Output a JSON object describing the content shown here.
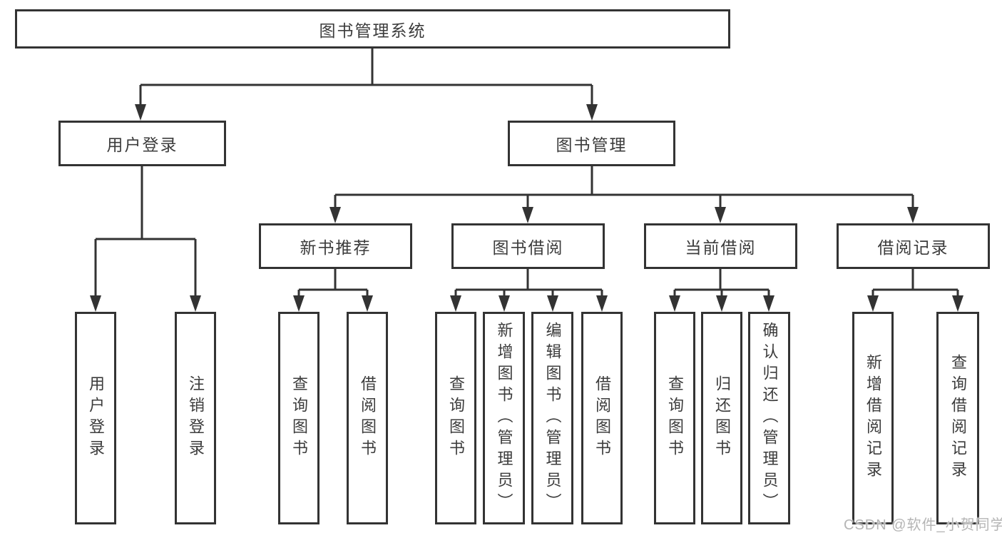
{
  "diagram": {
    "root": {
      "label": "图书管理系统"
    },
    "level2": {
      "user_login": "用户登录",
      "book_management": "图书管理"
    },
    "level3": {
      "new_book_recommend": "新书推荐",
      "book_borrow": "图书借阅",
      "current_borrow": "当前借阅",
      "borrow_record": "借阅记录"
    },
    "leaves": {
      "user_login": [
        "用户登录",
        "注销登录"
      ],
      "new_book_recommend": [
        "查询图书",
        "借阅图书"
      ],
      "book_borrow": [
        "查询图书",
        "新增图书（管理员）",
        "编辑图书（管理员）",
        "借阅图书"
      ],
      "current_borrow": [
        "查询图书",
        "归还图书",
        "确认归还（管理员）"
      ],
      "borrow_record": [
        "新增借阅记录",
        "查询借阅记录"
      ]
    },
    "watermark": "CSDN @软件_小贺同学",
    "colors": {
      "line": "#333333",
      "text": "#3c3c3c",
      "watermark": "#b5b5b5",
      "background": "#ffffff"
    }
  }
}
